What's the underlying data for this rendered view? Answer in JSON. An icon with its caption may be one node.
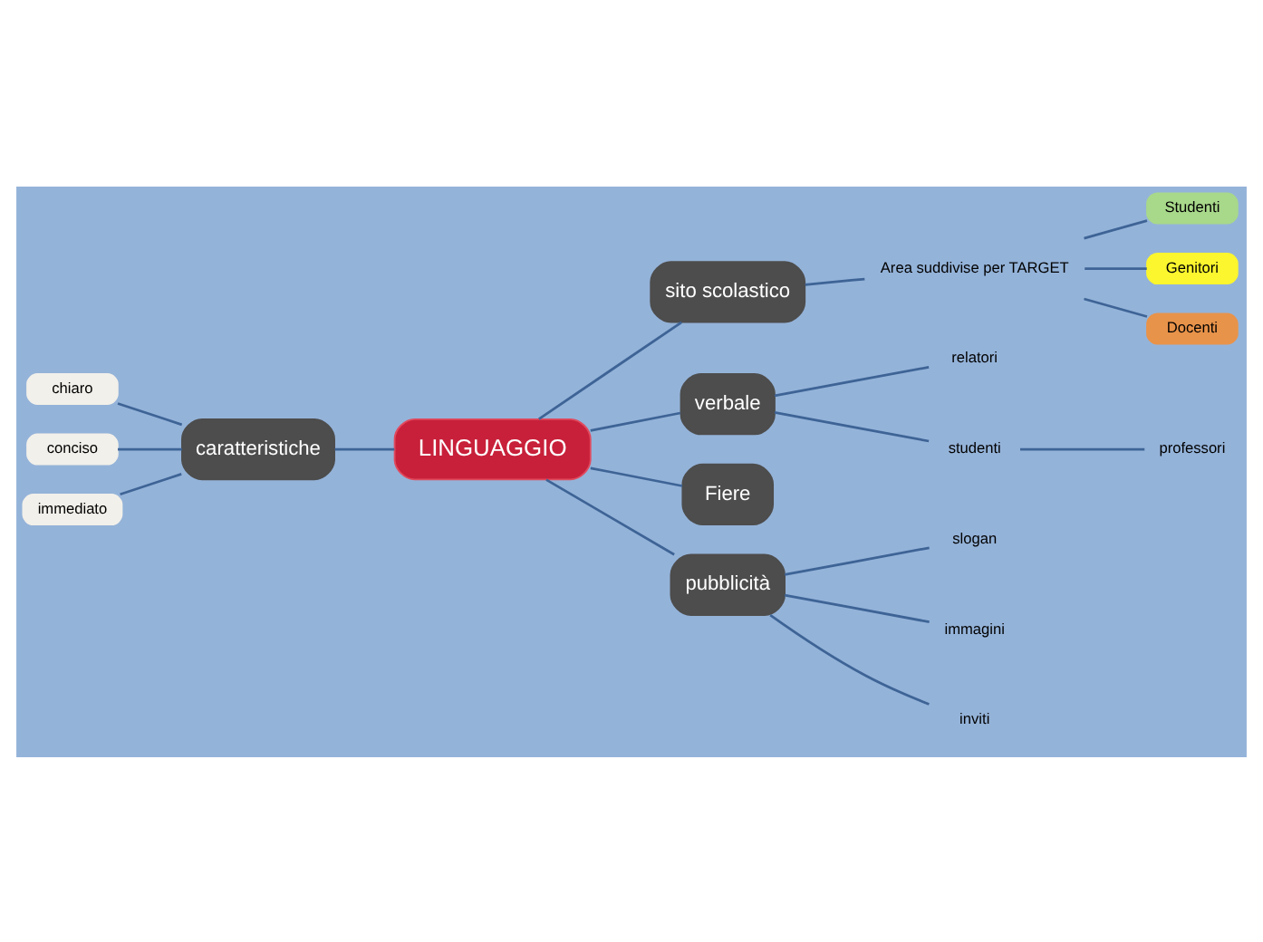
{
  "diagram": {
    "nodes": [
      {
        "text": [
          "LINGUAGGIO"
        ]
      },
      {
        "text": [
          "sito scolastico"
        ]
      },
      {
        "text": [
          "Area suddivise per TARGET"
        ]
      },
      {
        "text": [
          "Studenti"
        ]
      },
      {
        "text": [
          "Genitori"
        ]
      },
      {
        "text": [
          "Docenti"
        ]
      },
      {
        "text": [
          "verbale"
        ]
      },
      {
        "text": [
          "relatori"
        ]
      },
      {
        "text": [
          "studenti"
        ]
      },
      {
        "text": [
          "professori"
        ]
      },
      {
        "text": [
          "Fiere"
        ]
      },
      {
        "text": [
          "pubblicità"
        ]
      },
      {
        "text": [
          "slogan"
        ]
      },
      {
        "text": [
          "immagini"
        ]
      },
      {
        "text": [
          "inviti"
        ]
      },
      {
        "text": [
          "caratteristiche"
        ]
      },
      {
        "text": [
          "chiaro"
        ]
      },
      {
        "text": [
          "conciso"
        ]
      },
      {
        "text": [
          "immediato"
        ]
      }
    ],
    "edges": [
      {
        "from": 0,
        "to": 1,
        "arrow": "none"
      },
      {
        "from": 1,
        "to": 2,
        "arrow": "none"
      },
      {
        "from": 2,
        "to": 3,
        "arrow": "none"
      },
      {
        "from": 2,
        "to": 4,
        "arrow": "none"
      },
      {
        "from": 2,
        "to": 5,
        "arrow": "none"
      },
      {
        "from": 0,
        "to": 6,
        "arrow": "none"
      },
      {
        "from": 6,
        "to": 7,
        "arrow": "none"
      },
      {
        "from": 6,
        "to": 8,
        "arrow": "none"
      },
      {
        "from": 8,
        "to": 9,
        "arrow": "none"
      },
      {
        "from": 0,
        "to": 10,
        "arrow": "none"
      },
      {
        "from": 0,
        "to": 11,
        "arrow": "none"
      },
      {
        "from": 11,
        "to": 12,
        "arrow": "none"
      },
      {
        "from": 11,
        "to": 13,
        "arrow": "none"
      },
      {
        "from": 11,
        "to": 14,
        "arrow": "none"
      },
      {
        "from": 15,
        "to": 0,
        "arrow": "none"
      },
      {
        "from": 16,
        "to": 15,
        "arrow": "none"
      },
      {
        "from": 17,
        "to": 15,
        "arrow": "none"
      },
      {
        "from": 18,
        "to": 15,
        "arrow": "none"
      }
    ]
  }
}
